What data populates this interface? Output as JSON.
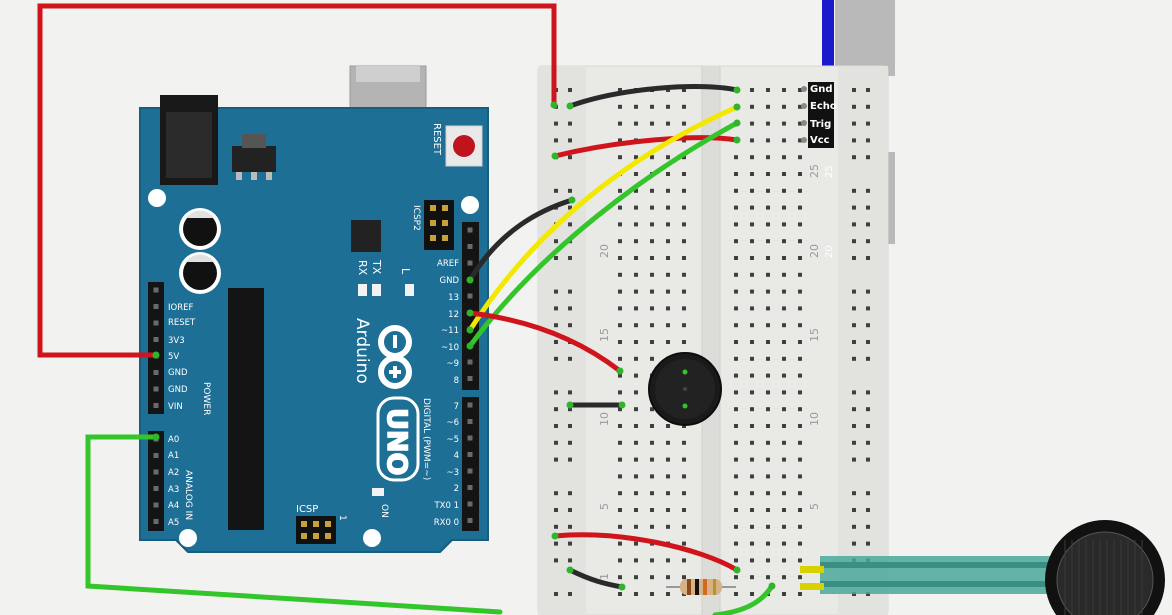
{
  "diagram": {
    "arduino": {
      "brand": "Arduino",
      "model": "UNO",
      "reset_label": "RESET",
      "icsp2_label": "ICSP2",
      "icsp_label": "ICSP",
      "icsp_one": "1",
      "on_label": "ON",
      "led_labels": {
        "l": "L",
        "tx": "TX",
        "rx": "RX"
      },
      "power_header_title": "POWER",
      "power_pins": [
        "IOREF",
        "RESET",
        "3V3",
        "5V",
        "GND",
        "GND",
        "VIN"
      ],
      "analog_header_title": "ANALOG IN",
      "analog_pins": [
        "A0",
        "A1",
        "A2",
        "A3",
        "A4",
        "A5"
      ],
      "top_header_pins": [
        "AREF",
        "GND",
        "13",
        "12",
        "~11",
        "~10",
        "~9",
        "8"
      ],
      "digital_header_title": "DIGITAL (PWM=~)",
      "bottom_header_pins": [
        "7",
        "~6",
        "~5",
        "4",
        "~3",
        "2",
        "TX0 1",
        "RX0 0"
      ]
    },
    "breadboard": {
      "row_numbers": [
        "25",
        "20",
        "15",
        "10",
        "5",
        "1"
      ]
    },
    "ultrasonic_sensor": {
      "pins": [
        "Gnd",
        "Echo",
        "Trig",
        "Vcc"
      ],
      "board_row_labels": [
        "25",
        "20"
      ]
    },
    "colors": {
      "wire_red": "#d0141c",
      "wire_black": "#2a2a2a",
      "wire_yellow": "#f2e800",
      "wire_green": "#33c52a",
      "arduino_blue": "#1d6f96",
      "sensor_blue": "#1a1acc",
      "breadboard": "#e9e9e6"
    }
  }
}
